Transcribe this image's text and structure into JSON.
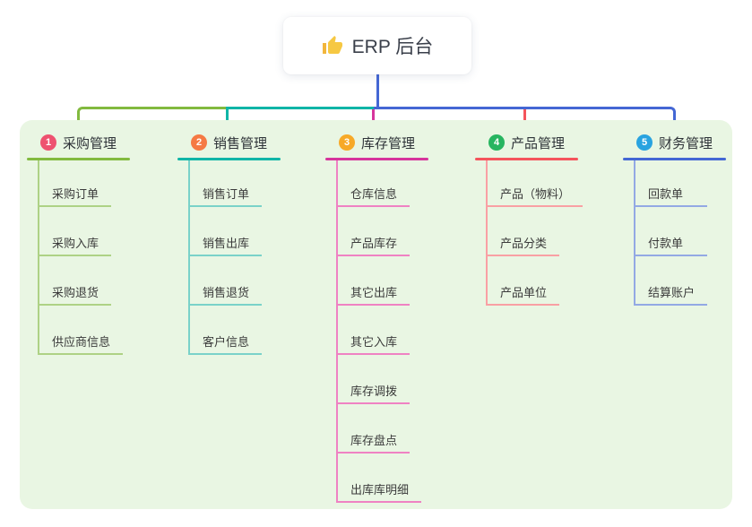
{
  "root": {
    "label": "ERP 后台",
    "icon": "thumbs-up-icon"
  },
  "panel": {
    "background": "#e9f6e3"
  },
  "connector_colors": {
    "stem": "#4467d4",
    "branch1": "#82ba3f",
    "branch2": "#10b5a7",
    "branch3": "#d6359c",
    "branch4": "#f4545c",
    "branch5": "#4467d4"
  },
  "branches": [
    {
      "badge": "1",
      "badge_color": "#ee5270",
      "label": "采购管理",
      "line_color": "#82ba3f",
      "sub_line_color": "#aed285",
      "items": [
        "采购订单",
        "采购入库",
        "采购退货",
        "供应商信息"
      ]
    },
    {
      "badge": "2",
      "badge_color": "#f57a44",
      "label": "销售管理",
      "line_color": "#10b5a7",
      "sub_line_color": "#7ad2c9",
      "items": [
        "销售订单",
        "销售出库",
        "销售退货",
        "客户信息"
      ]
    },
    {
      "badge": "3",
      "badge_color": "#f7a927",
      "label": "库存管理",
      "line_color": "#d6359c",
      "sub_line_color": "#ef82c3",
      "items": [
        "仓库信息",
        "产品库存",
        "其它出库",
        "其它入库",
        "库存调拨",
        "库存盘点",
        "出库库明细"
      ]
    },
    {
      "badge": "4",
      "badge_color": "#27b560",
      "label": "产品管理",
      "line_color": "#f4545c",
      "sub_line_color": "#f9a0a4",
      "items": [
        "产品（物料）",
        "产品分类",
        "产品单位"
      ]
    },
    {
      "badge": "5",
      "badge_color": "#29a3e0",
      "label": "财务管理",
      "line_color": "#4467d4",
      "sub_line_color": "#93a9e4",
      "items": [
        "回款单",
        "付款单",
        "结算账户"
      ]
    }
  ]
}
